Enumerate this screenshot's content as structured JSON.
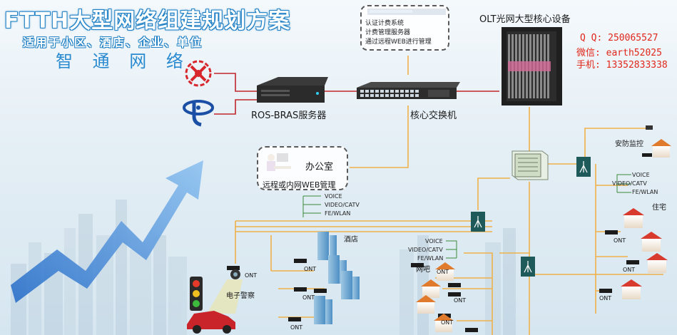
{
  "header": {
    "title": "FTTH大型网络组建规划方案",
    "subtitle": "适用于小区、酒店、企业、单位",
    "brand": "智 通 网 络"
  },
  "contact": {
    "qq": "Q Q: 250065527",
    "wechat": "微信: earth52025",
    "phone": "手机: 13352833338"
  },
  "billing_box": {
    "lines": [
      "认证计费系统",
      "计费管理服务器",
      "通过远程WEB进行管理"
    ]
  },
  "devices": {
    "olt_label": "OLT光网大型核心设备",
    "server_label": "ROS-BRAS服务器",
    "switch_label": "核心交换机"
  },
  "office": {
    "label": "办公室",
    "sublabel": "远程或内网WEB管理"
  },
  "services": {
    "voice": "VOICE",
    "video": "VIDEO/CATV",
    "fe": "FE/WLAN"
  },
  "places": {
    "hotel": "酒店",
    "netcafe": "网吧",
    "residence": "住宅",
    "security": "安防监控",
    "police": "电子警察"
  },
  "ont_label": "ONT",
  "colors": {
    "fiber": "#f0b14a",
    "link": "#c0262b",
    "title_outline": "#1e7fc4",
    "contact": "#e0261a",
    "splitter": "#1e5a5a",
    "arrow": "#3d7fd0"
  }
}
